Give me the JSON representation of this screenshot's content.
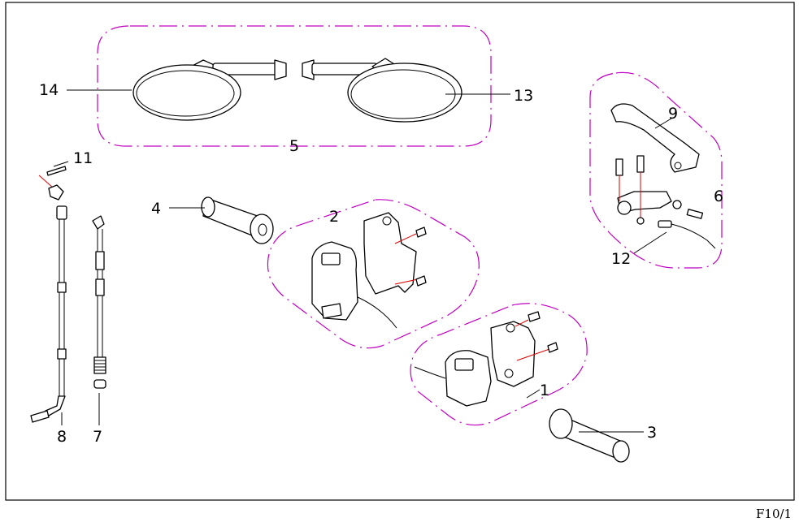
{
  "page_code": "F10/1",
  "callouts": {
    "c1": "1",
    "c2": "2",
    "c3": "3",
    "c4": "4",
    "c5": "5",
    "c6": "6",
    "c7": "7",
    "c8": "8",
    "c9": "9",
    "c11": "11",
    "c12": "12",
    "c13": "13",
    "c14": "14"
  },
  "colors": {
    "group_outline": "#c000c0",
    "wire_highlight": "#e00000",
    "ink": "#000000"
  }
}
